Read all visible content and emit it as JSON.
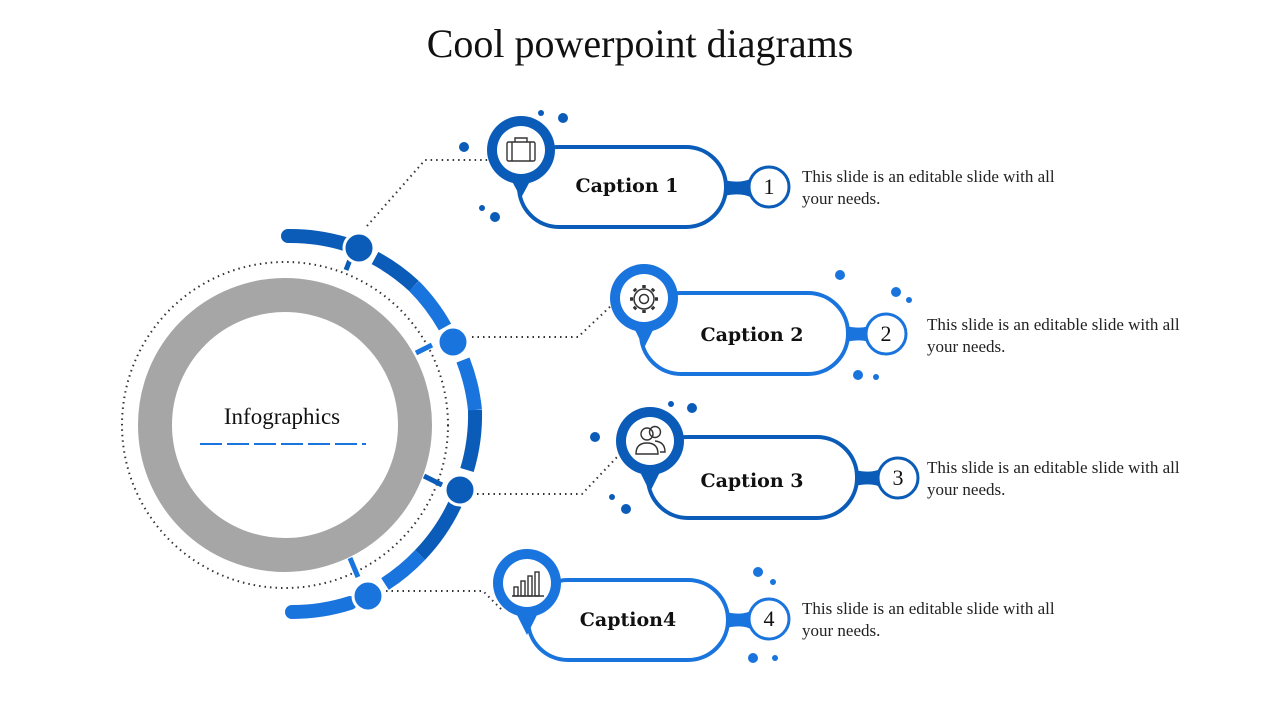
{
  "title": "Cool powerpoint diagrams",
  "center_label": "Infographics",
  "colors": {
    "dark_blue": "#0a5cb8",
    "mid_blue": "#1a74dd",
    "light_blue": "#2a8af0",
    "gray_ring": "#a6a6a6"
  },
  "items": [
    {
      "number": "1",
      "caption": "Caption 1",
      "icon": "briefcase-icon",
      "description": "This slide is an editable slide with all your needs."
    },
    {
      "number": "2",
      "caption": "Caption 2",
      "icon": "gear-icon",
      "description": "This slide is an editable slide with all your needs."
    },
    {
      "number": "3",
      "caption": "Caption 3",
      "icon": "users-icon",
      "description": "This slide is an editable slide with all your needs."
    },
    {
      "number": "4",
      "caption": "Caption4",
      "icon": "bar-chart-icon",
      "description": "This slide is an editable slide with all your needs."
    }
  ]
}
